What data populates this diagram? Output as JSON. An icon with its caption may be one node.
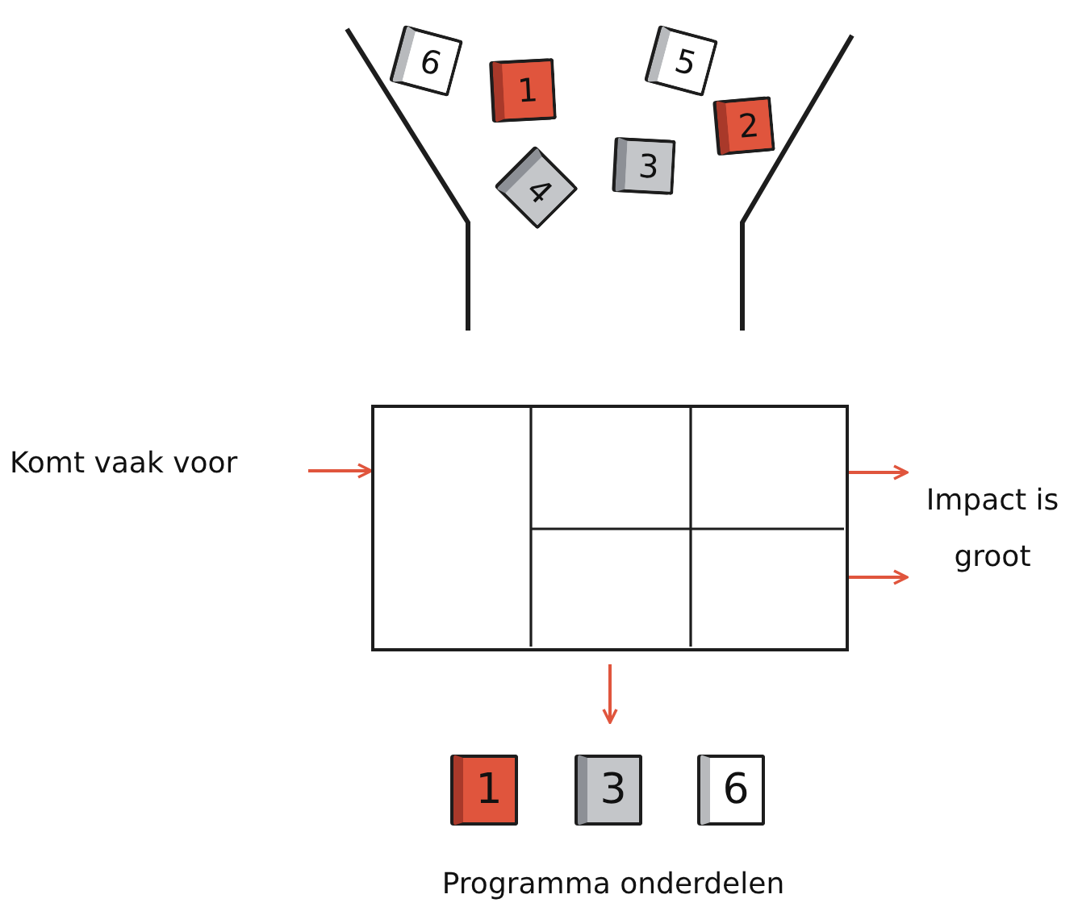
{
  "diagram": {
    "nodes": [
      {
        "text": [
          "6"
        ]
      },
      {
        "text": [
          "1"
        ]
      },
      {
        "text": [
          "5"
        ]
      },
      {
        "text": [
          "2"
        ]
      },
      {
        "text": [
          "4"
        ]
      },
      {
        "text": [
          "3"
        ]
      },
      {
        "text": [],
        "shape": "box"
      },
      {
        "text": [
          "Komt vaak voor"
        ]
      },
      {
        "text": [
          "Impact is groot"
        ]
      },
      {
        "text": [
          "1"
        ]
      },
      {
        "text": [
          "3"
        ]
      },
      {
        "text": [
          "6"
        ]
      }
    ],
    "edges": [
      {
        "from": 7,
        "to": 6,
        "arrow": "to"
      },
      {
        "from": 6,
        "to": 8,
        "arrow": "to"
      },
      {
        "from": 6,
        "to": 8,
        "arrow": "to"
      },
      {
        "from": 6,
        "to": 10,
        "arrow": "to"
      }
    ],
    "labels": [
      "Programma onderdelen"
    ]
  }
}
